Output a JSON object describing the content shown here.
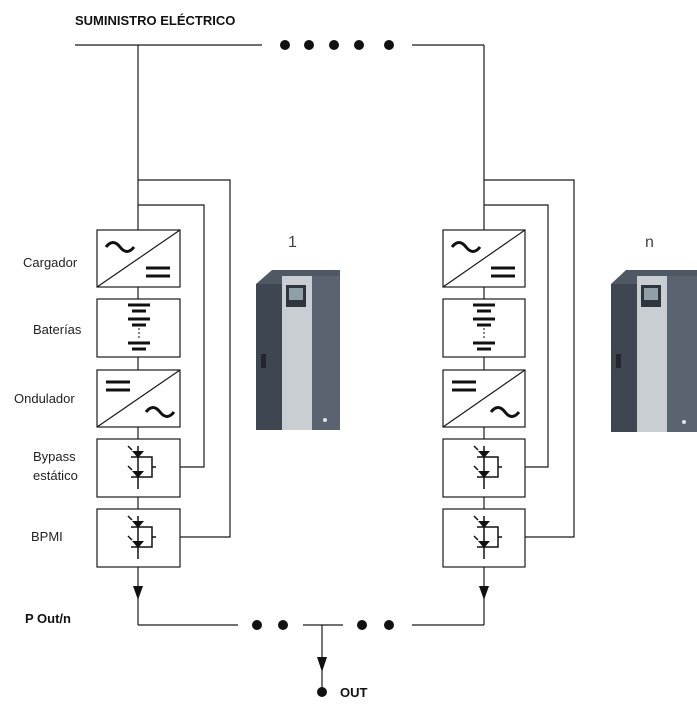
{
  "supply_label": "SUMINISTRO ELÉCTRICO",
  "block_labels": {
    "charger": "Cargador",
    "batteries": "Baterías",
    "inverter": "Ondulador",
    "bypass_line1": "Bypass",
    "bypass_line2": "estático",
    "bpmi": "BPMI"
  },
  "output_label": "P Out/n",
  "out_label": "OUT",
  "units": [
    {
      "index_label": "1"
    },
    {
      "index_label": "n"
    }
  ],
  "colors": {
    "line": "#1a1a1a",
    "cabinet_dark": "#5a6470",
    "cabinet_light": "#c7ccd1",
    "display": "#8fa0a8"
  }
}
